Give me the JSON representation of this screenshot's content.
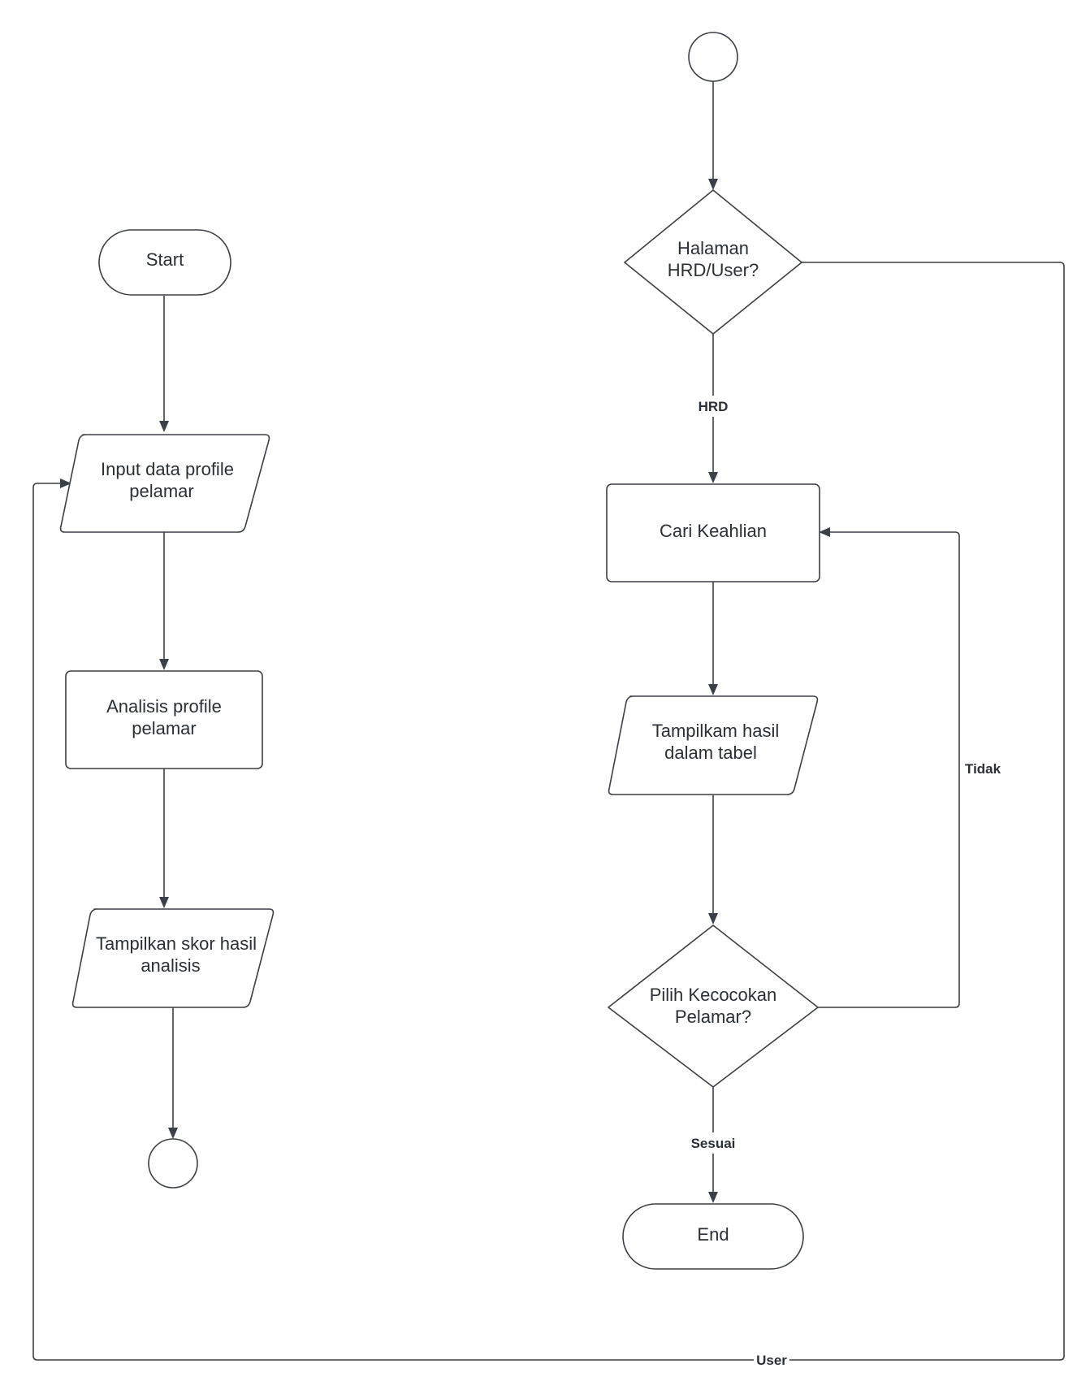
{
  "nodes": {
    "start": {
      "label": "Start"
    },
    "input_profile": {
      "line1": "Input data profile",
      "line2": "pelamar"
    },
    "analisis_profile": {
      "line1": "Analisis profile",
      "line2": "pelamar"
    },
    "tampilkan_skor": {
      "line1": "Tampilkan skor hasil",
      "line2": "analisis"
    },
    "halaman_decision": {
      "line1": "Halaman",
      "line2": "HRD/User?"
    },
    "cari_keahlian": {
      "label": "Cari Keahlian"
    },
    "tampilkam_hasil": {
      "line1": "Tampilkam hasil",
      "line2": "dalam tabel"
    },
    "pilih_decision": {
      "line1": "Pilih Kecocokan",
      "line2": "Pelamar?"
    },
    "end": {
      "label": "End"
    }
  },
  "edge_labels": {
    "hrd": "HRD",
    "tidak": "Tidak",
    "sesuai": "Sesuai",
    "user": "User"
  }
}
